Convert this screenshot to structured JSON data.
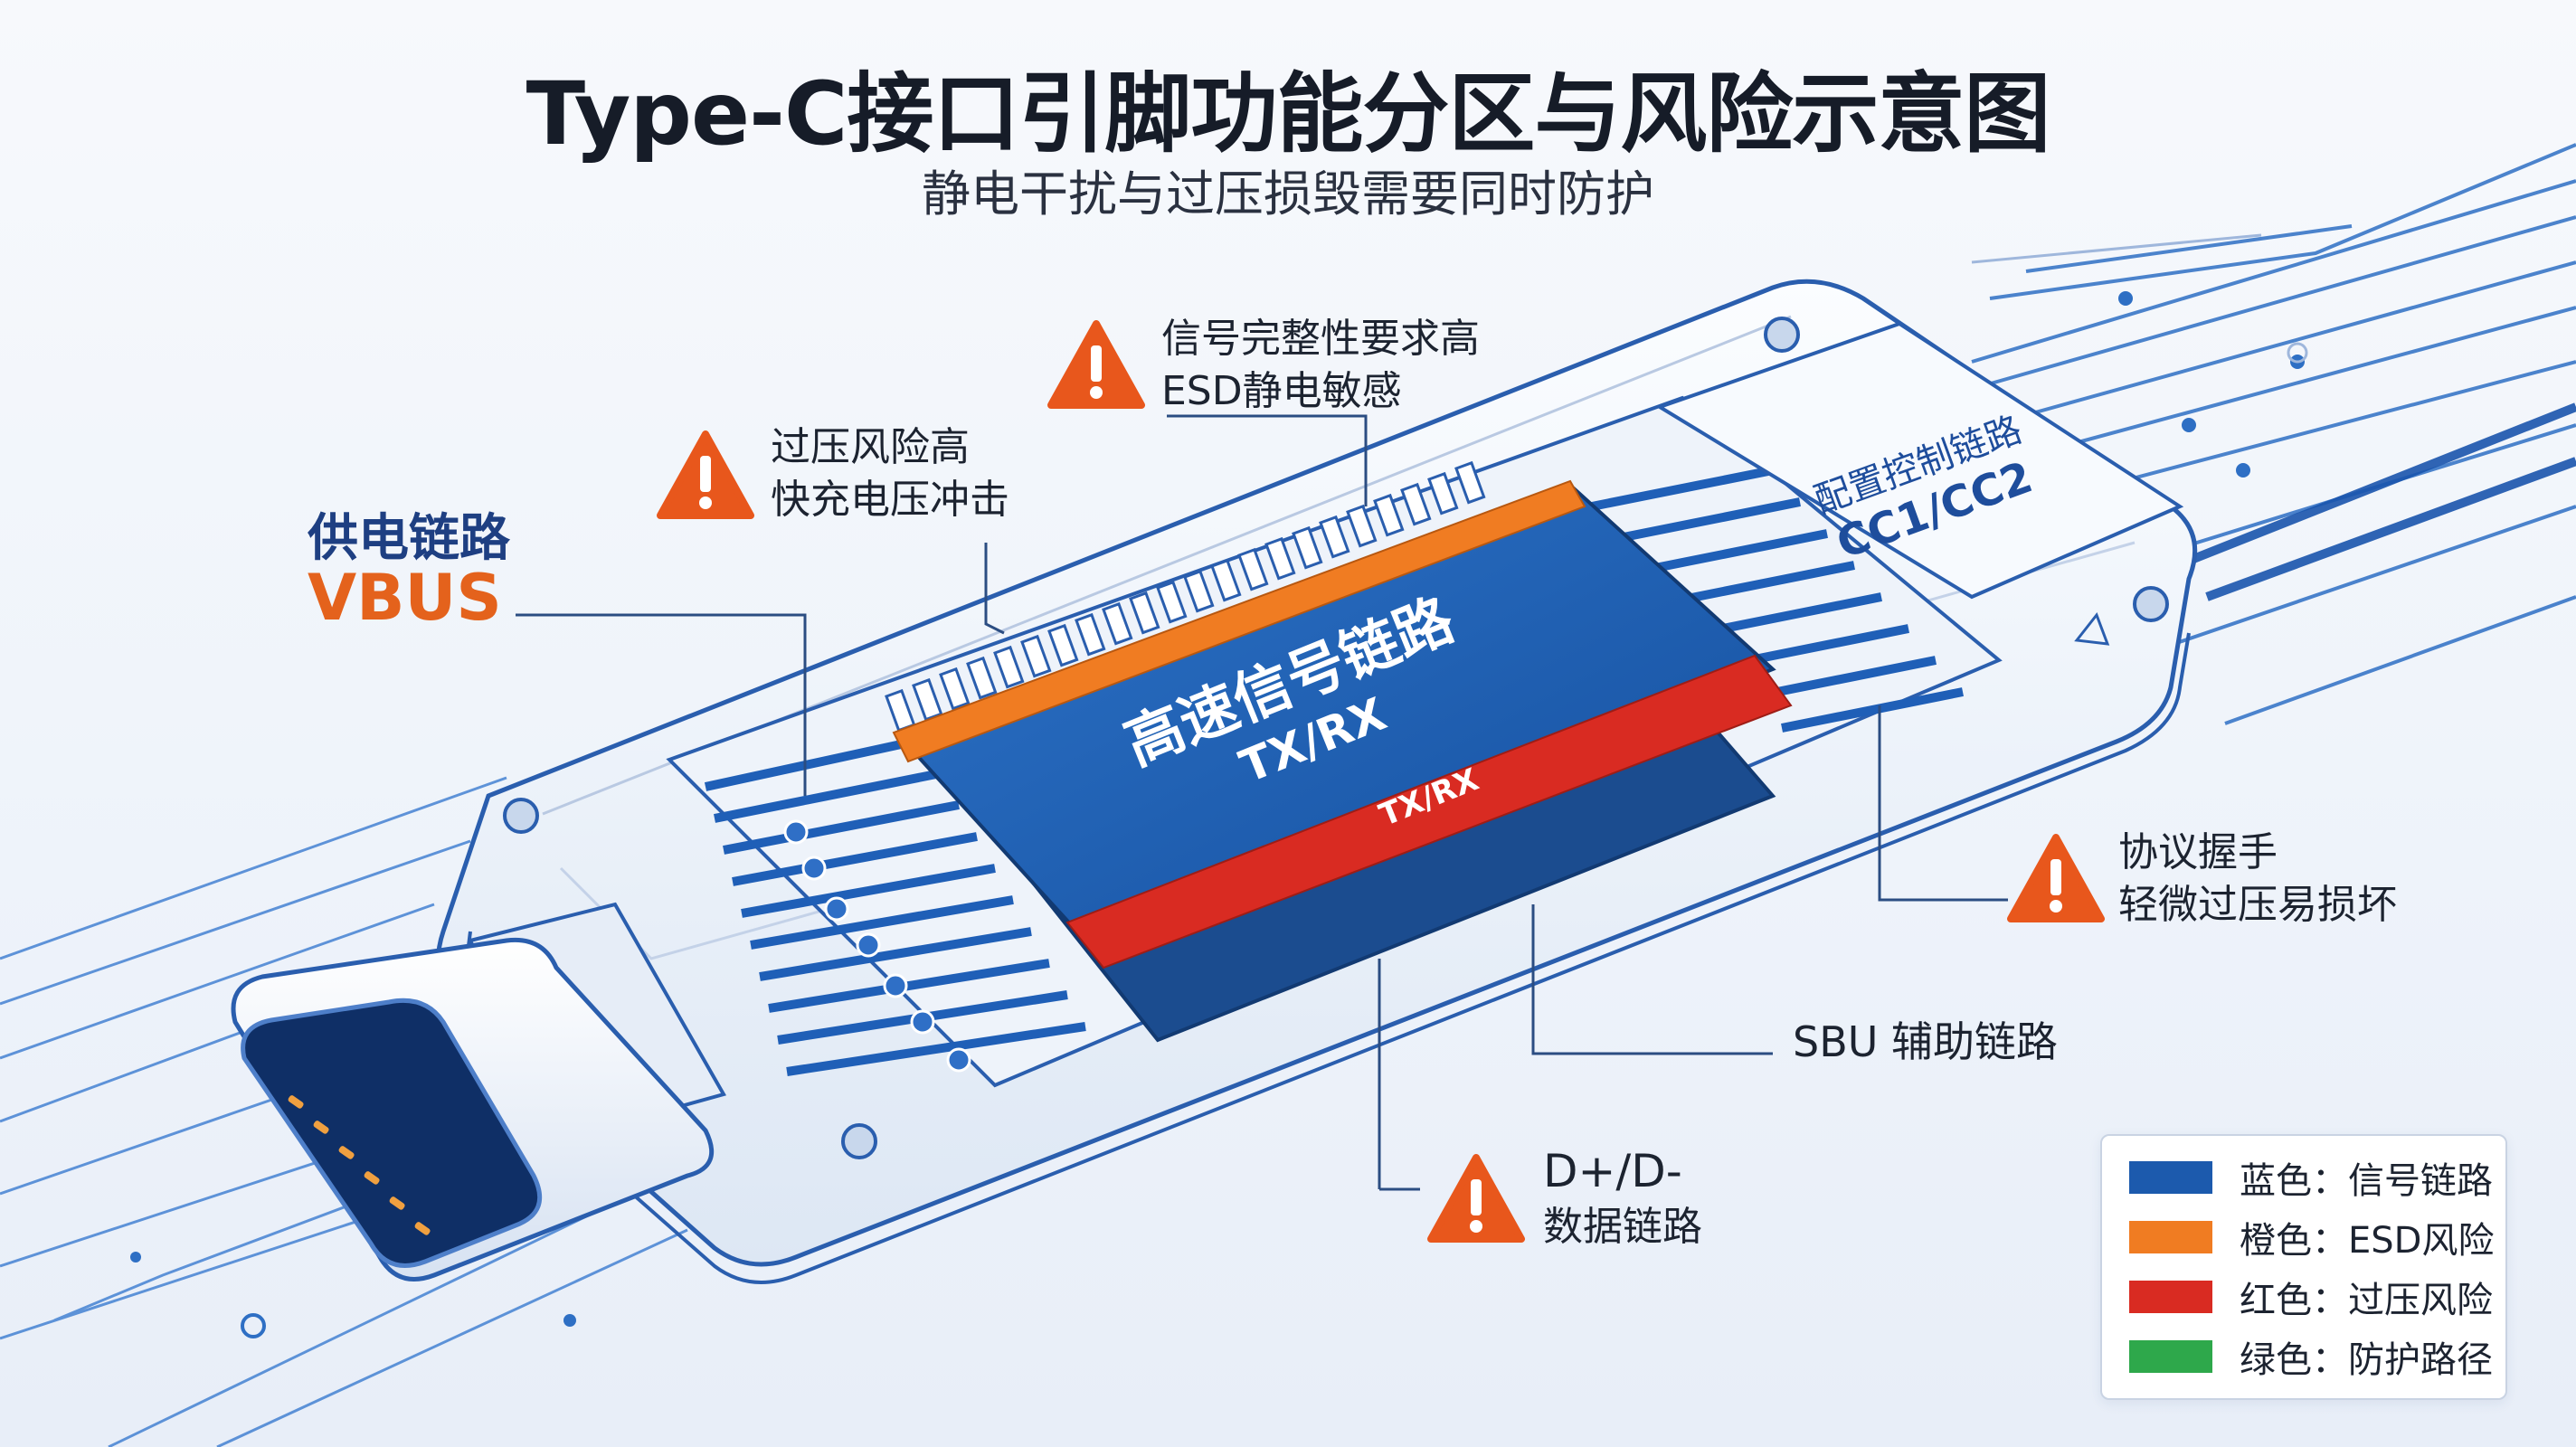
{
  "title": "Type-C接口引脚功能分区与风险示意图",
  "subtitle": "静电干扰与过压损毁需要同时防护",
  "labels": {
    "vbus_title": "供电链路",
    "vbus_code": "VBUS",
    "overvoltage_l1": "过压风险高",
    "overvoltage_l2": "快充电压冲击",
    "signal_l1": "信号完整性要求高",
    "signal_l2": "ESD静电敏感",
    "cc_title": "配置控制链路",
    "cc_code": "CC1/CC2",
    "highspeed_title": "高速信号链路",
    "highspeed_code": "TX/RX",
    "red_strip_code": "TX/RX",
    "protocol_l1": "协议握手",
    "protocol_l2": "轻微过压易损坏",
    "sbu": "SBU 辅助链路",
    "dpdm_l1": "D+/D-",
    "dpdm_l2": "数据链路"
  },
  "legend": [
    {
      "label": "蓝色：信号链路",
      "color": "#1c5aad"
    },
    {
      "label": "橙色：ESD风险",
      "color": "#f07c22"
    },
    {
      "label": "红色：过压风险",
      "color": "#d92b22"
    },
    {
      "label": "绿色：防护路径",
      "color": "#2ea84b"
    }
  ],
  "colors": {
    "blue": "#1c5aad",
    "orange": "#f07c22",
    "red": "#d92b22",
    "warning": "#e8571c",
    "title": "#161c28"
  },
  "icons": [
    "warning-icon"
  ]
}
